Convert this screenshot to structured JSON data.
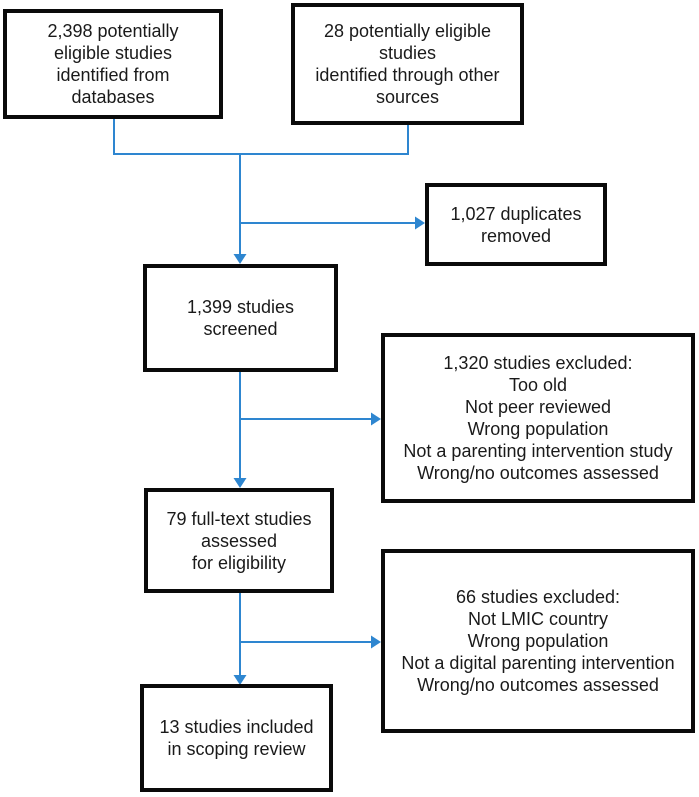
{
  "diagram": {
    "type": "flowchart",
    "colors": {
      "connector_blue": "#2E86D0",
      "box_border": "#0A0A0A",
      "text": "#1A1A1A",
      "background": "#FFFFFF"
    },
    "boxes": [
      {
        "id": "identified-databases",
        "lines": [
          "2,398 potentially",
          "eligible studies",
          "identified from",
          "databases"
        ]
      },
      {
        "id": "identified-other-sources",
        "lines": [
          "28 potentially eligible",
          "studies",
          "identified through other",
          "sources"
        ]
      },
      {
        "id": "duplicates-removed",
        "lines": [
          "1,027 duplicates",
          "removed"
        ]
      },
      {
        "id": "studies-screened",
        "lines": [
          "1,399 studies",
          "screened"
        ]
      },
      {
        "id": "excluded-at-screening",
        "lines": [
          "1,320 studies excluded:",
          "Too old",
          "Not peer reviewed",
          "Wrong population",
          "Not a parenting intervention study",
          "Wrong/no outcomes assessed"
        ]
      },
      {
        "id": "fulltext-assessed",
        "lines": [
          "79 full-text studies",
          "assessed",
          "for eligibility"
        ]
      },
      {
        "id": "excluded-at-fulltext",
        "lines": [
          "66 studies excluded:",
          "Not LMIC country",
          "Wrong population",
          "Not a digital parenting intervention",
          "Wrong/no outcomes assessed"
        ]
      },
      {
        "id": "included-in-review",
        "lines": [
          "13 studies included",
          "in scoping review"
        ]
      }
    ],
    "edges": [
      {
        "from": "identified-databases",
        "to": "studies-screened"
      },
      {
        "from": "identified-other-sources",
        "to": "studies-screened"
      },
      {
        "from": "merge-trunk",
        "to": "duplicates-removed"
      },
      {
        "from": "studies-screened",
        "to": "fulltext-assessed"
      },
      {
        "from": "studies-screened",
        "to": "excluded-at-screening"
      },
      {
        "from": "fulltext-assessed",
        "to": "included-in-review"
      },
      {
        "from": "fulltext-assessed",
        "to": "excluded-at-fulltext"
      }
    ]
  }
}
